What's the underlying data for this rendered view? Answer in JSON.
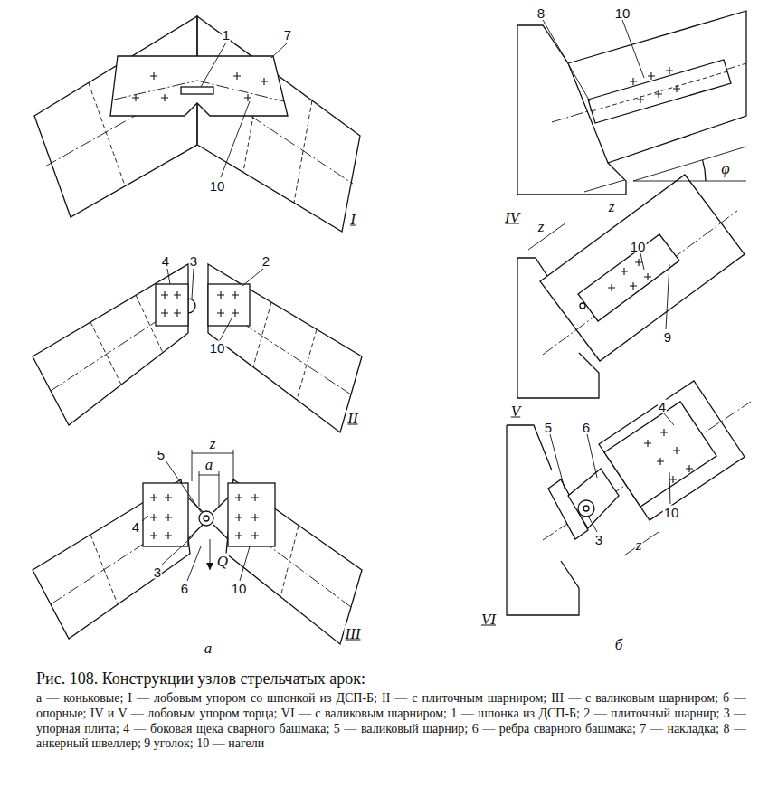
{
  "diagram": {
    "title": "Рис. 108. Конструкции узлов стрельчатых арок:",
    "caption": "а — коньковые; I — лобовым упором со шпонкой из ДСП-Б; II — с плиточным шарниром; III — с валиковым шарниром; б — опорные; IV и V — лобовым упором торца; VI — с валиковым шарниром; 1 — шпонка из ДСП-Б; 2 — плиточный шарнир; 3 — упорная плита; 4 — боковая щека сварного башмака; 5 — валиковый шарнир; 6 — ребра сварного башмака; 7 — накладка; 8 — анкерный швеллер; 9 уголок; 10 — нагели",
    "labels": [
      "1",
      "7",
      "10",
      "I",
      "4",
      "3",
      "2",
      "10",
      "II",
      "5",
      "z",
      "a",
      "Q",
      "4",
      "3",
      "6",
      "10",
      "III",
      "а",
      "8",
      "10",
      "φ",
      "z",
      "IV",
      "z",
      "10",
      "9",
      "V",
      "4",
      "5",
      "6",
      "3",
      "10",
      "z",
      "VI",
      "б"
    ]
  }
}
